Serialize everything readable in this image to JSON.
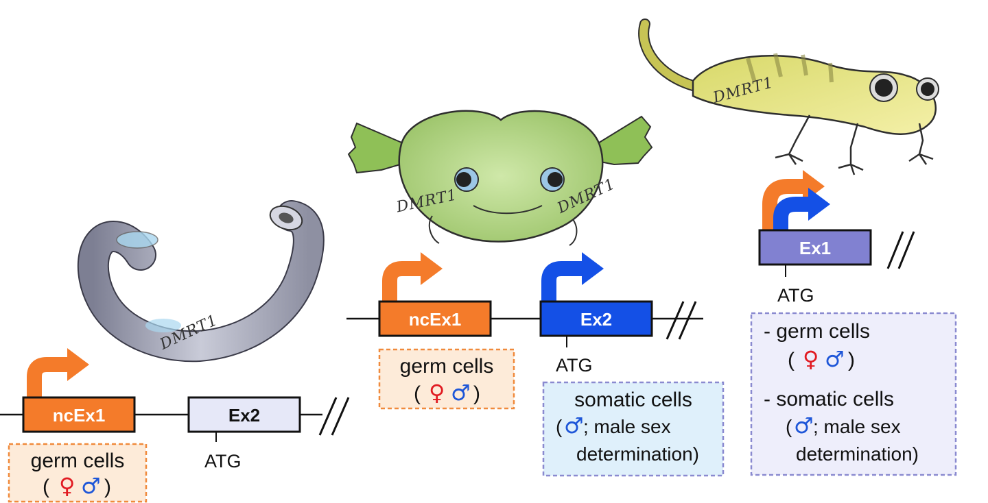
{
  "colors": {
    "orange": "#f47b2a",
    "blue": "#1450e6",
    "lavender": "#8181d1",
    "pale_exon": "#e6e8f8",
    "female": "#e11b22",
    "male": "#1e56d8",
    "box_orange_fill": "#fdebd9",
    "box_orange_border": "#f08a3c",
    "box_blue_fill": "#dff0fb",
    "box_blue_border": "#8a8ad0",
    "box_purple_fill": "#eeeefb",
    "box_purple_border": "#8a8ad0"
  },
  "icons": [
    "worm-illustration",
    "frog-illustration",
    "gecko-illustration",
    "promoter-arrow-icon",
    "female-symbol",
    "male-symbol"
  ],
  "panel_worm": {
    "exon1": "ncEx1",
    "exon2": "Ex2",
    "atg": "ATG",
    "box_line1": "germ cells",
    "dmrt_tag": "DMRT1"
  },
  "panel_frog": {
    "exon1": "ncEx1",
    "exon2": "Ex2",
    "atg": "ATG",
    "germ_box_line1": "germ cells",
    "somatic_line1": "somatic cells",
    "somatic_line2": "; male sex",
    "somatic_line3": "determination)",
    "dmrt_tag_left": "DMRT1",
    "dmrt_tag_right": "DMRT1"
  },
  "panel_gecko": {
    "exon1": "Ex1",
    "atg": "ATG",
    "line1": "- germ cells",
    "line3": "- somatic cells",
    "line4": "; male sex",
    "line5": "determination)",
    "dmrt_tag": "DMRT1"
  },
  "symbols": {
    "female": "♀",
    "male": "♂",
    "open_paren": "(",
    "close_paren": ")"
  }
}
